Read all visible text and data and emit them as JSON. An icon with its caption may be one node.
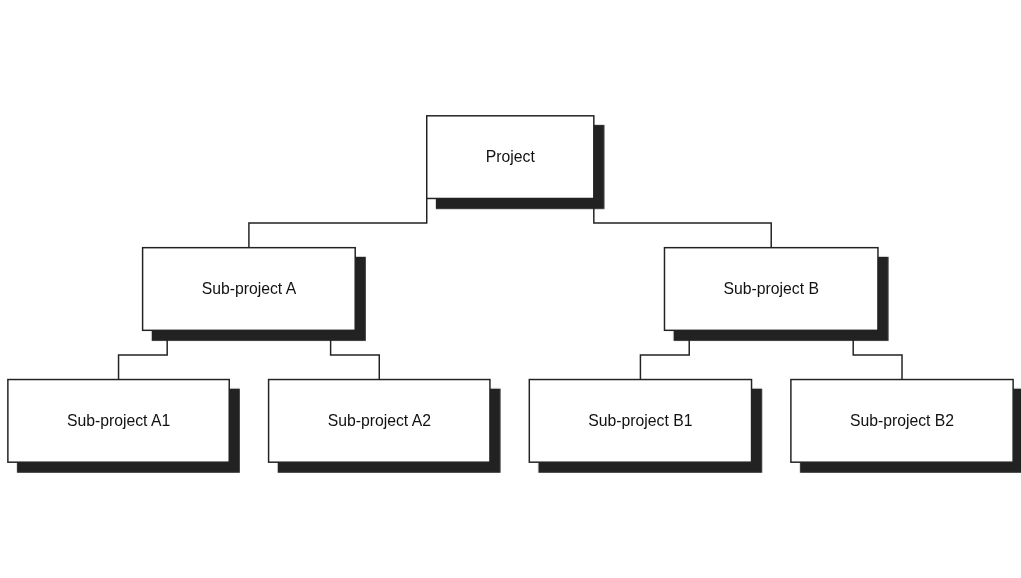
{
  "diagram": {
    "nodes": [
      {
        "text": [
          "Project"
        ]
      },
      {
        "text": [
          "Sub-project A"
        ]
      },
      {
        "text": [
          "Sub-project B"
        ]
      },
      {
        "text": [
          "Sub-project A1"
        ]
      },
      {
        "text": [
          "Sub-project A2"
        ]
      },
      {
        "text": [
          "Sub-project B1"
        ]
      },
      {
        "text": [
          "Sub-project B2"
        ]
      }
    ],
    "edges": [
      {
        "from": 0,
        "to": 1,
        "arrow": "none"
      },
      {
        "from": 0,
        "to": 2,
        "arrow": "none"
      },
      {
        "from": 1,
        "to": 3,
        "arrow": "none"
      },
      {
        "from": 1,
        "to": 4,
        "arrow": "none"
      },
      {
        "from": 2,
        "to": 5,
        "arrow": "none"
      },
      {
        "from": 2,
        "to": 6,
        "arrow": "none"
      }
    ]
  }
}
